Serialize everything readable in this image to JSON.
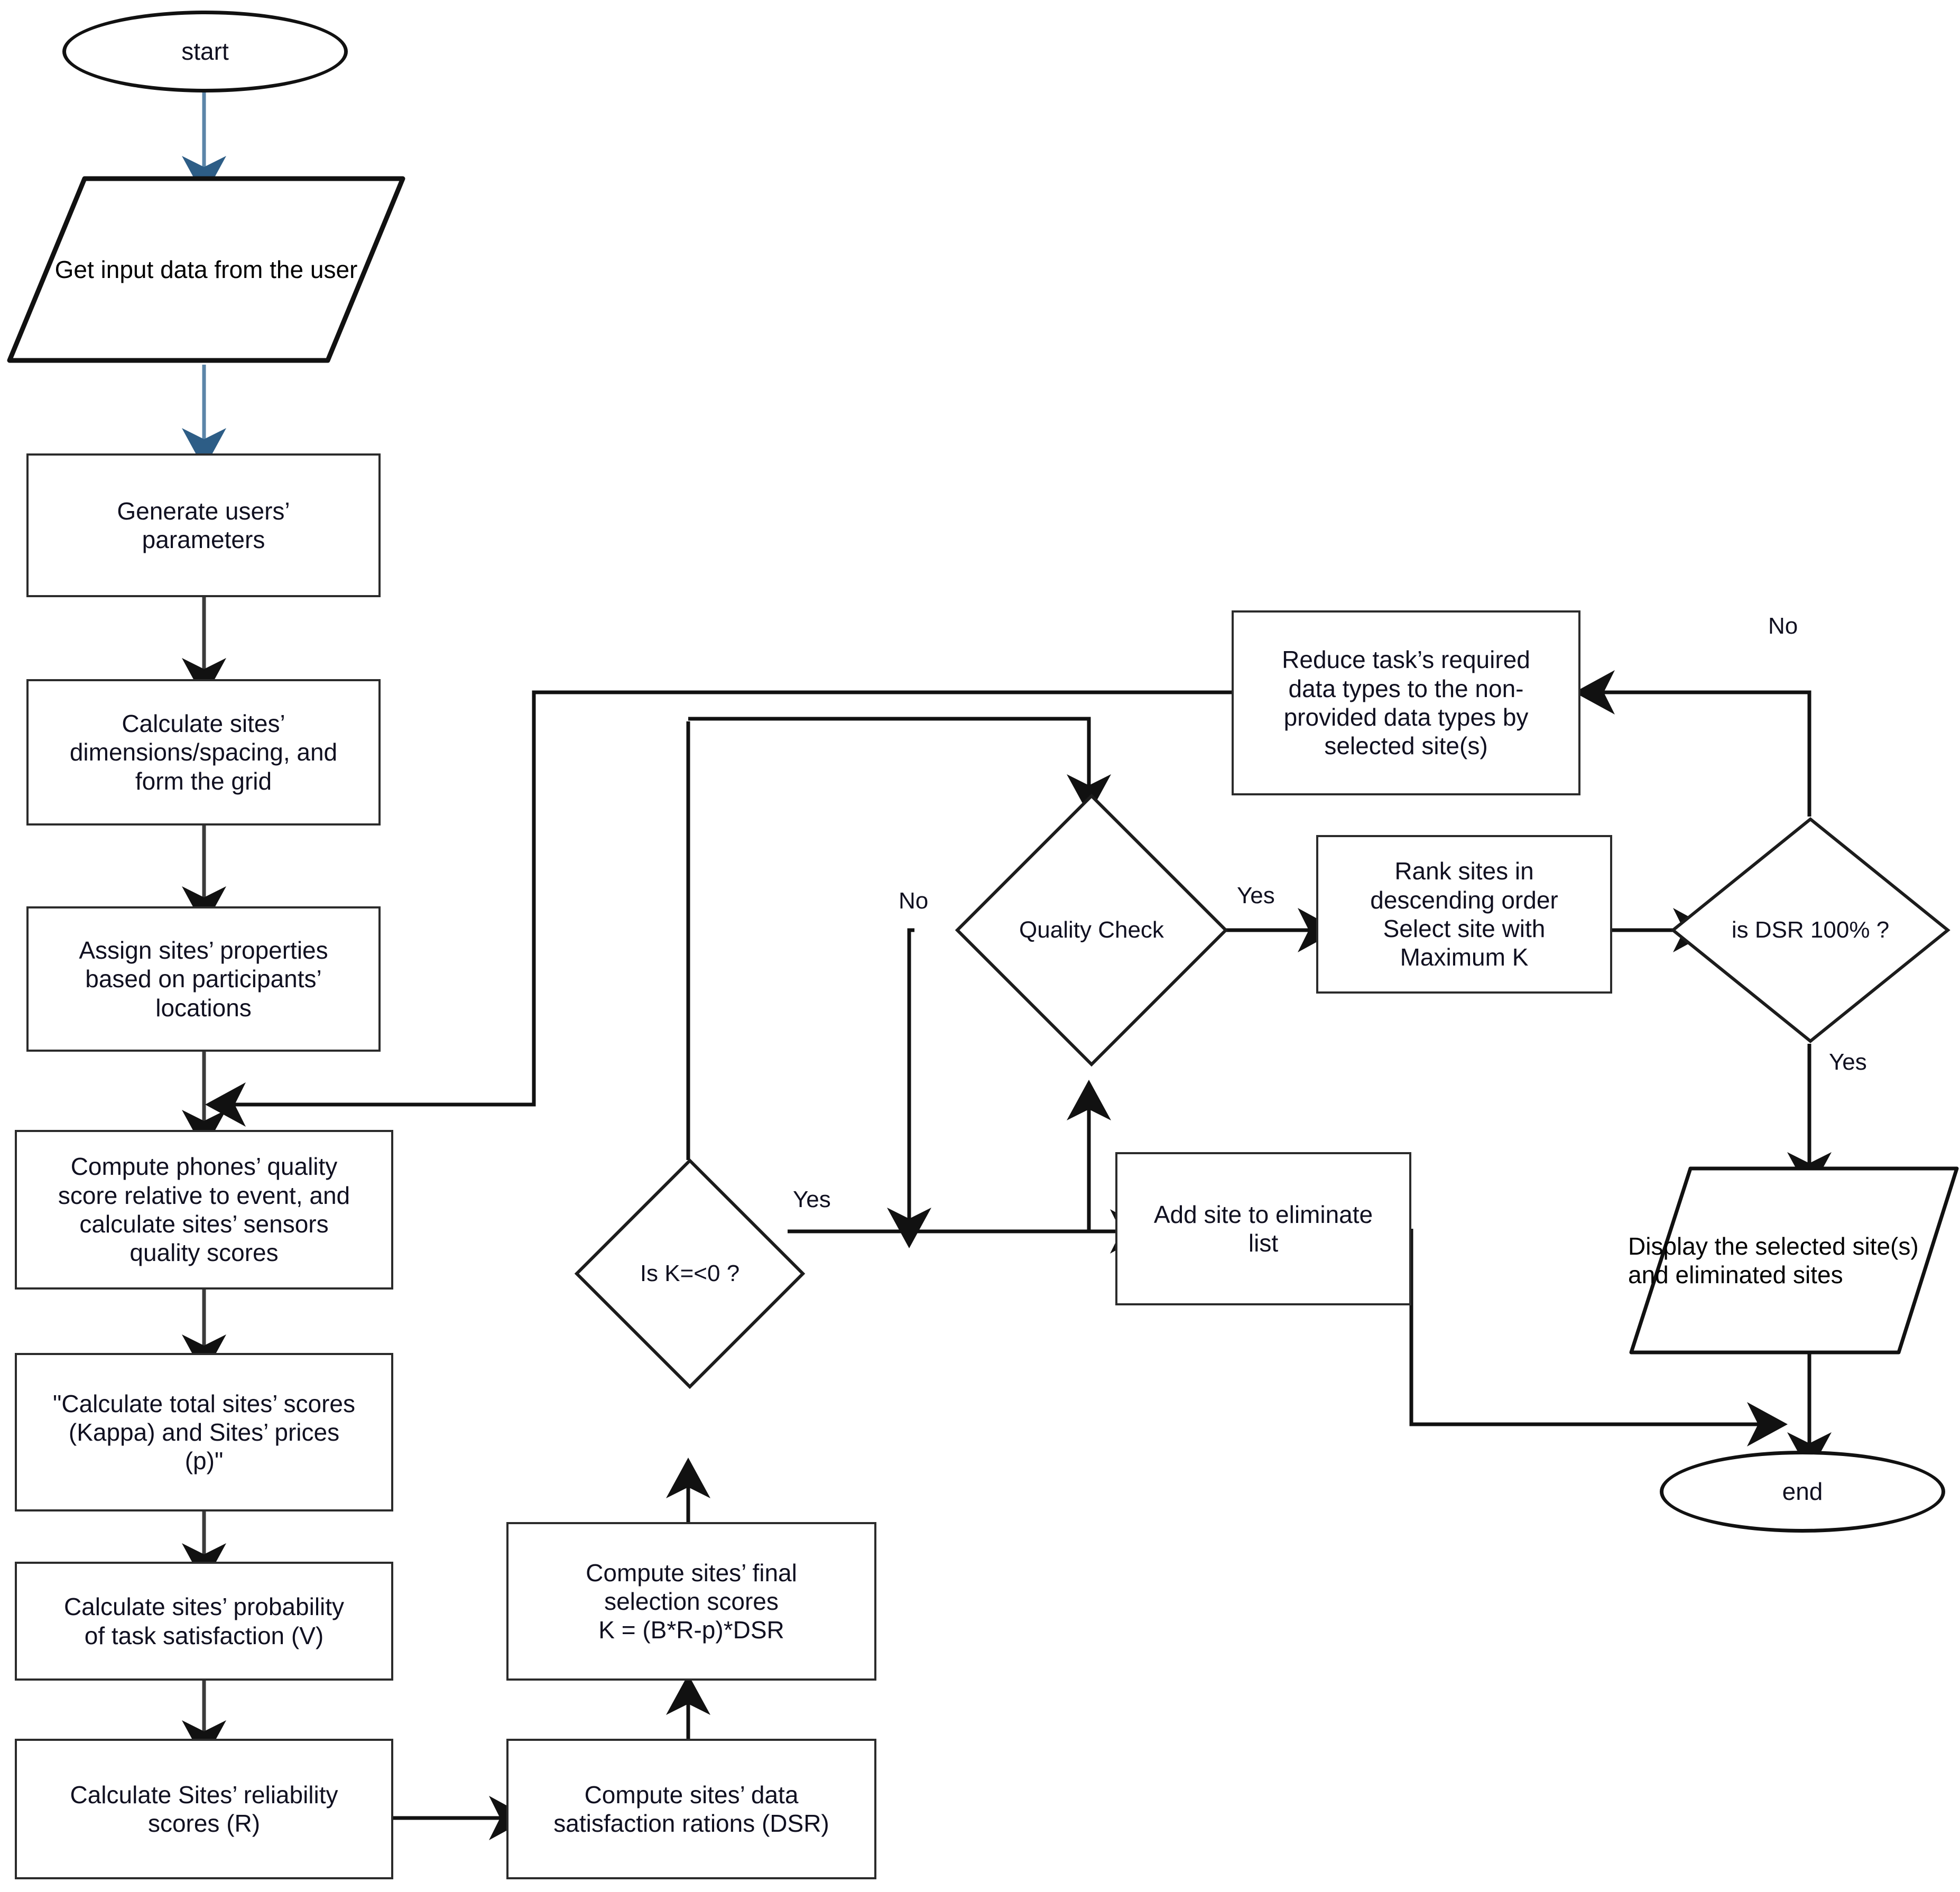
{
  "diagram": {
    "type": "flowchart",
    "title": "Site selection algorithm flowchart",
    "colors": {
      "stroke_dark": "#2b2b2b",
      "stroke_black": "#111111",
      "arrow_blue": "#3f6f99",
      "text": "#101020",
      "background": "#ffffff"
    }
  },
  "nodes": {
    "start": {
      "label": "start",
      "shape": "terminator"
    },
    "get_input": {
      "label": "Get input data\nfrom the user",
      "shape": "parallelogram"
    },
    "generate_users": {
      "label": "Generate users’\nparameters",
      "shape": "process"
    },
    "calc_dimensions": {
      "label": "Calculate sites’\ndimensions/spacing, and\nform the grid",
      "shape": "process"
    },
    "assign_props": {
      "label": "Assign sites’ properties\nbased on participants’\nlocations",
      "shape": "process"
    },
    "compute_phones": {
      "label": "Compute phones’ quality\nscore relative to event, and\ncalculate sites’ sensors\nquality scores",
      "shape": "process"
    },
    "calc_total": {
      "label": "\"Calculate total sites’ scores\n(Kappa) and Sites’ prices\n(p)\"",
      "shape": "process"
    },
    "calc_prob": {
      "label": "Calculate sites’ probability\nof task satisfaction (V)",
      "shape": "process"
    },
    "calc_reliability": {
      "label": "Calculate Sites’ reliability\nscores (R)",
      "shape": "process"
    },
    "compute_dsr": {
      "label": "Compute sites’ data\nsatisfaction rations (DSR)",
      "shape": "process"
    },
    "compute_final": {
      "label": "Compute sites’ final\nselection scores\nK = (B*R-p)*DSR",
      "shape": "process"
    },
    "is_k": {
      "label": "Is K=<0 ?",
      "shape": "decision"
    },
    "quality_check": {
      "label": "Quality Check",
      "shape": "decision"
    },
    "reduce_task": {
      "label": "Reduce task’s required\ndata types to the non-\nprovided data types by\nselected site(s)",
      "shape": "process"
    },
    "rank_sites": {
      "label": "Rank sites in\ndescending order\nSelect site with\nMaximum K",
      "shape": "process"
    },
    "is_dsr": {
      "label": "is DSR 100% ?",
      "shape": "decision"
    },
    "add_eliminate": {
      "label": "Add site to eliminate\nlist",
      "shape": "process"
    },
    "display_result": {
      "label": "Display the\nselected site(s)\nand eliminated\nsites",
      "shape": "parallelogram"
    },
    "end": {
      "label": "end",
      "shape": "terminator"
    }
  },
  "edge_labels": {
    "quality_no": "No",
    "quality_yes": "Yes",
    "is_k_yes": "Yes",
    "dsr_no": "No",
    "dsr_yes": "Yes"
  },
  "edges": [
    {
      "from": "start",
      "to": "get_input",
      "label": ""
    },
    {
      "from": "get_input",
      "to": "generate_users",
      "label": ""
    },
    {
      "from": "generate_users",
      "to": "calc_dimensions",
      "label": ""
    },
    {
      "from": "calc_dimensions",
      "to": "assign_props",
      "label": ""
    },
    {
      "from": "assign_props",
      "to": "compute_phones",
      "label": ""
    },
    {
      "from": "compute_phones",
      "to": "calc_total",
      "label": ""
    },
    {
      "from": "calc_total",
      "to": "calc_prob",
      "label": ""
    },
    {
      "from": "calc_prob",
      "to": "calc_reliability",
      "label": ""
    },
    {
      "from": "calc_reliability",
      "to": "compute_dsr",
      "label": ""
    },
    {
      "from": "compute_dsr",
      "to": "compute_final",
      "label": ""
    },
    {
      "from": "compute_final",
      "to": "is_k",
      "label": ""
    },
    {
      "from": "is_k",
      "to": "add_eliminate",
      "label": "Yes"
    },
    {
      "from": "is_k",
      "to": "quality_check",
      "label": ""
    },
    {
      "from": "quality_check",
      "to": "rank_sites",
      "label": "Yes"
    },
    {
      "from": "quality_check",
      "to": "add_eliminate",
      "label": "No"
    },
    {
      "from": "rank_sites",
      "to": "is_dsr",
      "label": ""
    },
    {
      "from": "is_dsr",
      "to": "reduce_task",
      "label": "No"
    },
    {
      "from": "is_dsr",
      "to": "display_result",
      "label": "Yes"
    },
    {
      "from": "reduce_task",
      "to": "compute_phones",
      "label": ""
    },
    {
      "from": "add_eliminate",
      "to": "end",
      "label": ""
    },
    {
      "from": "display_result",
      "to": "end",
      "label": ""
    }
  ]
}
